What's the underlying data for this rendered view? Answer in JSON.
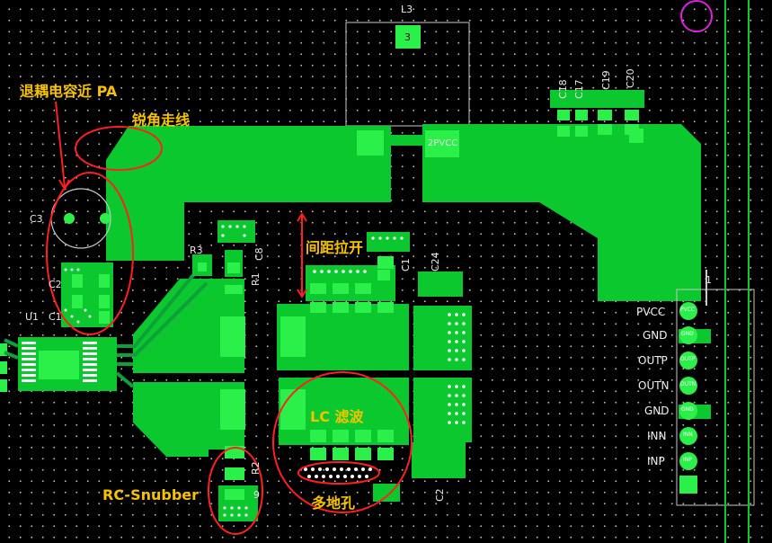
{
  "annotations": {
    "decoupling": "退耦电容近 PA",
    "acute_trace": "锐角走线",
    "spacing": "间距拉开",
    "lc_filter": "LC 滤波",
    "rc_snubber": "RC-Snubber",
    "multi_via": "多地孔"
  },
  "designators": {
    "L3": "L3",
    "L3_pad": "3",
    "C3": "C3",
    "C2": "C2",
    "C1": "C1",
    "U1": "U1",
    "R3": "R3",
    "R1": "R1",
    "C8": "C8",
    "R2": "R2",
    "C9": "9",
    "C11": "C1",
    "C24": "C24",
    "C18": "C18",
    "C17": "C17",
    "C19": "C19",
    "C20": "C20",
    "C2x": "C2",
    "net_2pvcc": "2PVCC",
    "conn_1": "1"
  },
  "connector_pins": [
    "PVCC",
    "GND",
    "OUTP",
    "OUTN",
    "GND",
    "INN",
    "INP"
  ],
  "pad_labels": [
    "PVCC",
    "GND",
    "OUTP",
    "OUTN",
    "GND",
    "INN",
    "INP"
  ],
  "colors": {
    "background": "#000000",
    "copper": "#0bc82f",
    "pad": "#2cf04a",
    "annotation": "#f5c200",
    "markup": "#ff1f1f",
    "trace": "#0fa03a",
    "magenta": "#e020e0"
  }
}
